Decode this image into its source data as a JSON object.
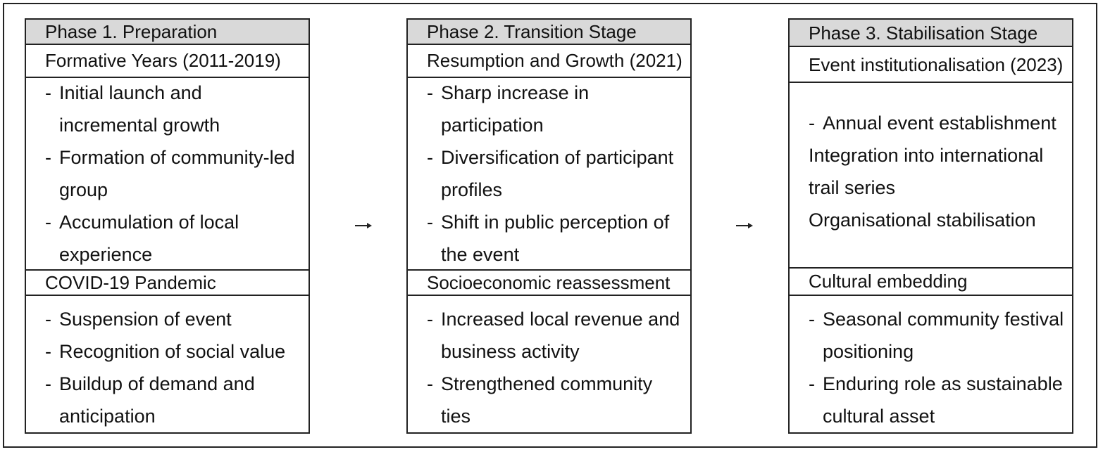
{
  "phases": [
    {
      "header": "Phase 1. Preparation",
      "subtitle": "Formative Years (2011-2019)",
      "top_items": [
        "Initial launch and incremental growth",
        "Formation of community-led group",
        "Accumulation of local experience"
      ],
      "section2_title": "COVID-19 Pandemic",
      "bottom_items": [
        "Suspension of event",
        "Recognition of social value",
        "Buildup of demand and anticipation"
      ]
    },
    {
      "header": "Phase 2. Transition Stage",
      "subtitle": "Resumption and Growth (2021)",
      "top_items": [
        "Sharp increase in participation",
        "Diversification of participant profiles",
        "Shift in public perception of the event"
      ],
      "section2_title": "Socioeconomic reassessment",
      "bottom_items": [
        "Increased local revenue and business activity",
        "Strengthened community ties"
      ]
    },
    {
      "header": "Phase 3. Stabilisation Stage",
      "subtitle": "Event institutionalisation (2023)",
      "top_items": [
        "Annual event establishment",
        "Integration into international trail series",
        "Organisational stabilisation"
      ],
      "section2_title": "Cultural embedding",
      "bottom_items": [
        "Seasonal community festival positioning",
        "Enduring role as sustainable cultural asset"
      ]
    }
  ],
  "colors": {
    "header_bg": "#d9d9d9",
    "border": "#222222",
    "text": "#111111"
  },
  "icons": {
    "connector": "arrow-right-icon"
  }
}
